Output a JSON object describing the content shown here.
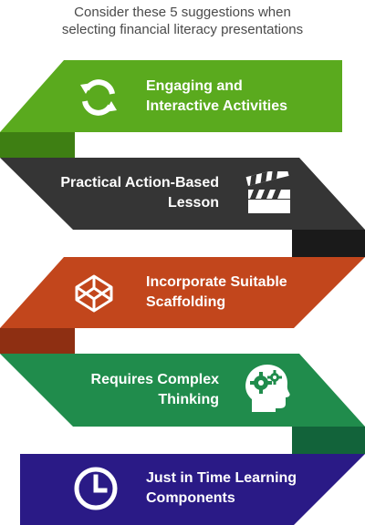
{
  "header": {
    "line1": "Consider these 5 suggestions when",
    "line2": "selecting financial literacy presentations"
  },
  "items": [
    {
      "line1": "Engaging and",
      "line2": "Interactive Activities",
      "icon": "refresh-arrows-icon",
      "color": "#5aaa1e",
      "shade": "#3e7f13"
    },
    {
      "line1": "Practical Action-Based",
      "line2": "Lesson",
      "icon": "clapperboard-icon",
      "color": "#353535",
      "shade": "#1a1a1a"
    },
    {
      "line1": "Incorporate Suitable",
      "line2": "Scaffolding",
      "icon": "codepen-cube-icon",
      "color": "#c2461c",
      "shade": "#8e2f12"
    },
    {
      "line1": "Requires Complex",
      "line2": "Thinking",
      "icon": "head-gears-icon",
      "color": "#208c4c",
      "shade": "#12633a"
    },
    {
      "line1": "Just in Time Learning",
      "line2": "Components",
      "icon": "clock-icon",
      "color": "#2a1a86",
      "shade": "#1a0f5e"
    }
  ]
}
